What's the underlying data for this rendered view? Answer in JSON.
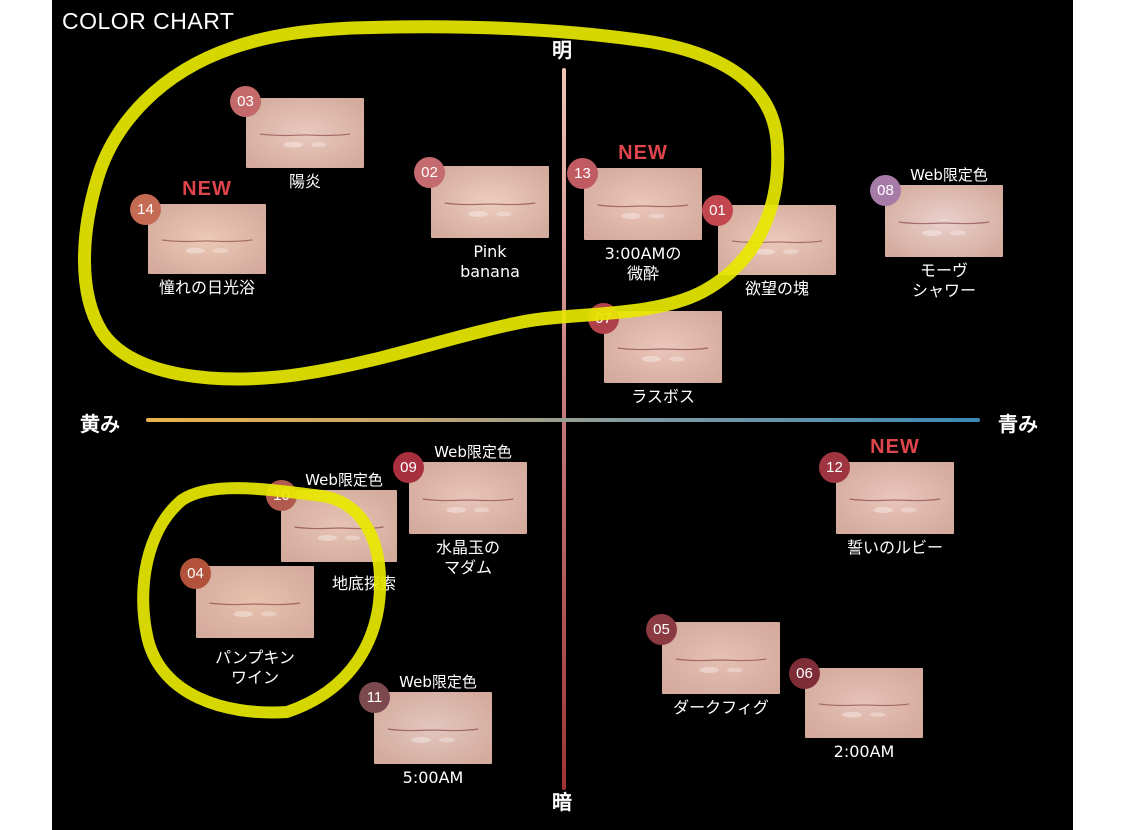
{
  "title": "COLOR CHART",
  "axes": {
    "top": "明",
    "bottom": "暗",
    "left": "黄み",
    "right": "青み"
  },
  "colors": {
    "background": "#000000",
    "new_tag": "#e0444c",
    "highlighter": "#e8e800"
  },
  "shades": [
    {
      "number": "03",
      "name": "陽炎",
      "tag": "",
      "badge_color": "#c46a6a",
      "skin": "#e9c9bd",
      "lip": "#d98f88"
    },
    {
      "number": "14",
      "name": "憧れの日光浴",
      "tag": "NEW",
      "badge_color": "#c66b53",
      "skin": "#ecc8b6",
      "lip": "#e08263"
    },
    {
      "number": "02",
      "name": "Pink\nbanana",
      "tag": "",
      "badge_color": "#c56a6e",
      "skin": "#edcdbf",
      "lip": "#e39488"
    },
    {
      "number": "13",
      "name": "3:00AMの\n微酔",
      "tag": "NEW",
      "badge_color": "#c05b62",
      "skin": "#ebc6b9",
      "lip": "#d8726f"
    },
    {
      "number": "01",
      "name": "欲望の塊",
      "tag": "",
      "badge_color": "#c2464d",
      "skin": "#ecc9bb",
      "lip": "#d96c6b"
    },
    {
      "number": "08",
      "name": "モーヴ\nシャワー",
      "tag": "Web限定色",
      "badge_color": "#a77ba8",
      "skin": "#ead0cb",
      "lip": "#c99aa6"
    },
    {
      "number": "07",
      "name": "ラスボス",
      "tag": "",
      "badge_color": "#b0404a",
      "skin": "#ebc6ba",
      "lip": "#d56466"
    },
    {
      "number": "09",
      "name": "水晶玉の\nマダム",
      "tag": "Web限定色",
      "badge_color": "#a8303e",
      "skin": "#e8c4b8",
      "lip": "#c75a5d"
    },
    {
      "number": "10",
      "name": "地底探索",
      "tag": "Web限定色",
      "badge_color": "#b05a50",
      "skin": "#e6c3b3",
      "lip": "#bd6e5e"
    },
    {
      "number": "12",
      "name": "誓いのルビー",
      "tag": "NEW",
      "badge_color": "#9e3540",
      "skin": "#eac5bb",
      "lip": "#c3475a"
    },
    {
      "number": "04",
      "name": "パンプキン\nワイン",
      "tag": "",
      "badge_color": "#b2523b",
      "skin": "#e8c1ae",
      "lip": "#c9654c"
    },
    {
      "number": "05",
      "name": "ダークフィグ",
      "tag": "",
      "badge_color": "#8a3a40",
      "skin": "#e6c0b4",
      "lip": "#b65a5e"
    },
    {
      "number": "06",
      "name": "2:00AM",
      "tag": "",
      "badge_color": "#7e2d36",
      "skin": "#e6c1b6",
      "lip": "#b4525a"
    },
    {
      "number": "11",
      "name": "5:00AM",
      "tag": "Web限定色",
      "badge_color": "#7c4a4e",
      "skin": "#e2c6bd",
      "lip": "#a87a78"
    }
  ]
}
